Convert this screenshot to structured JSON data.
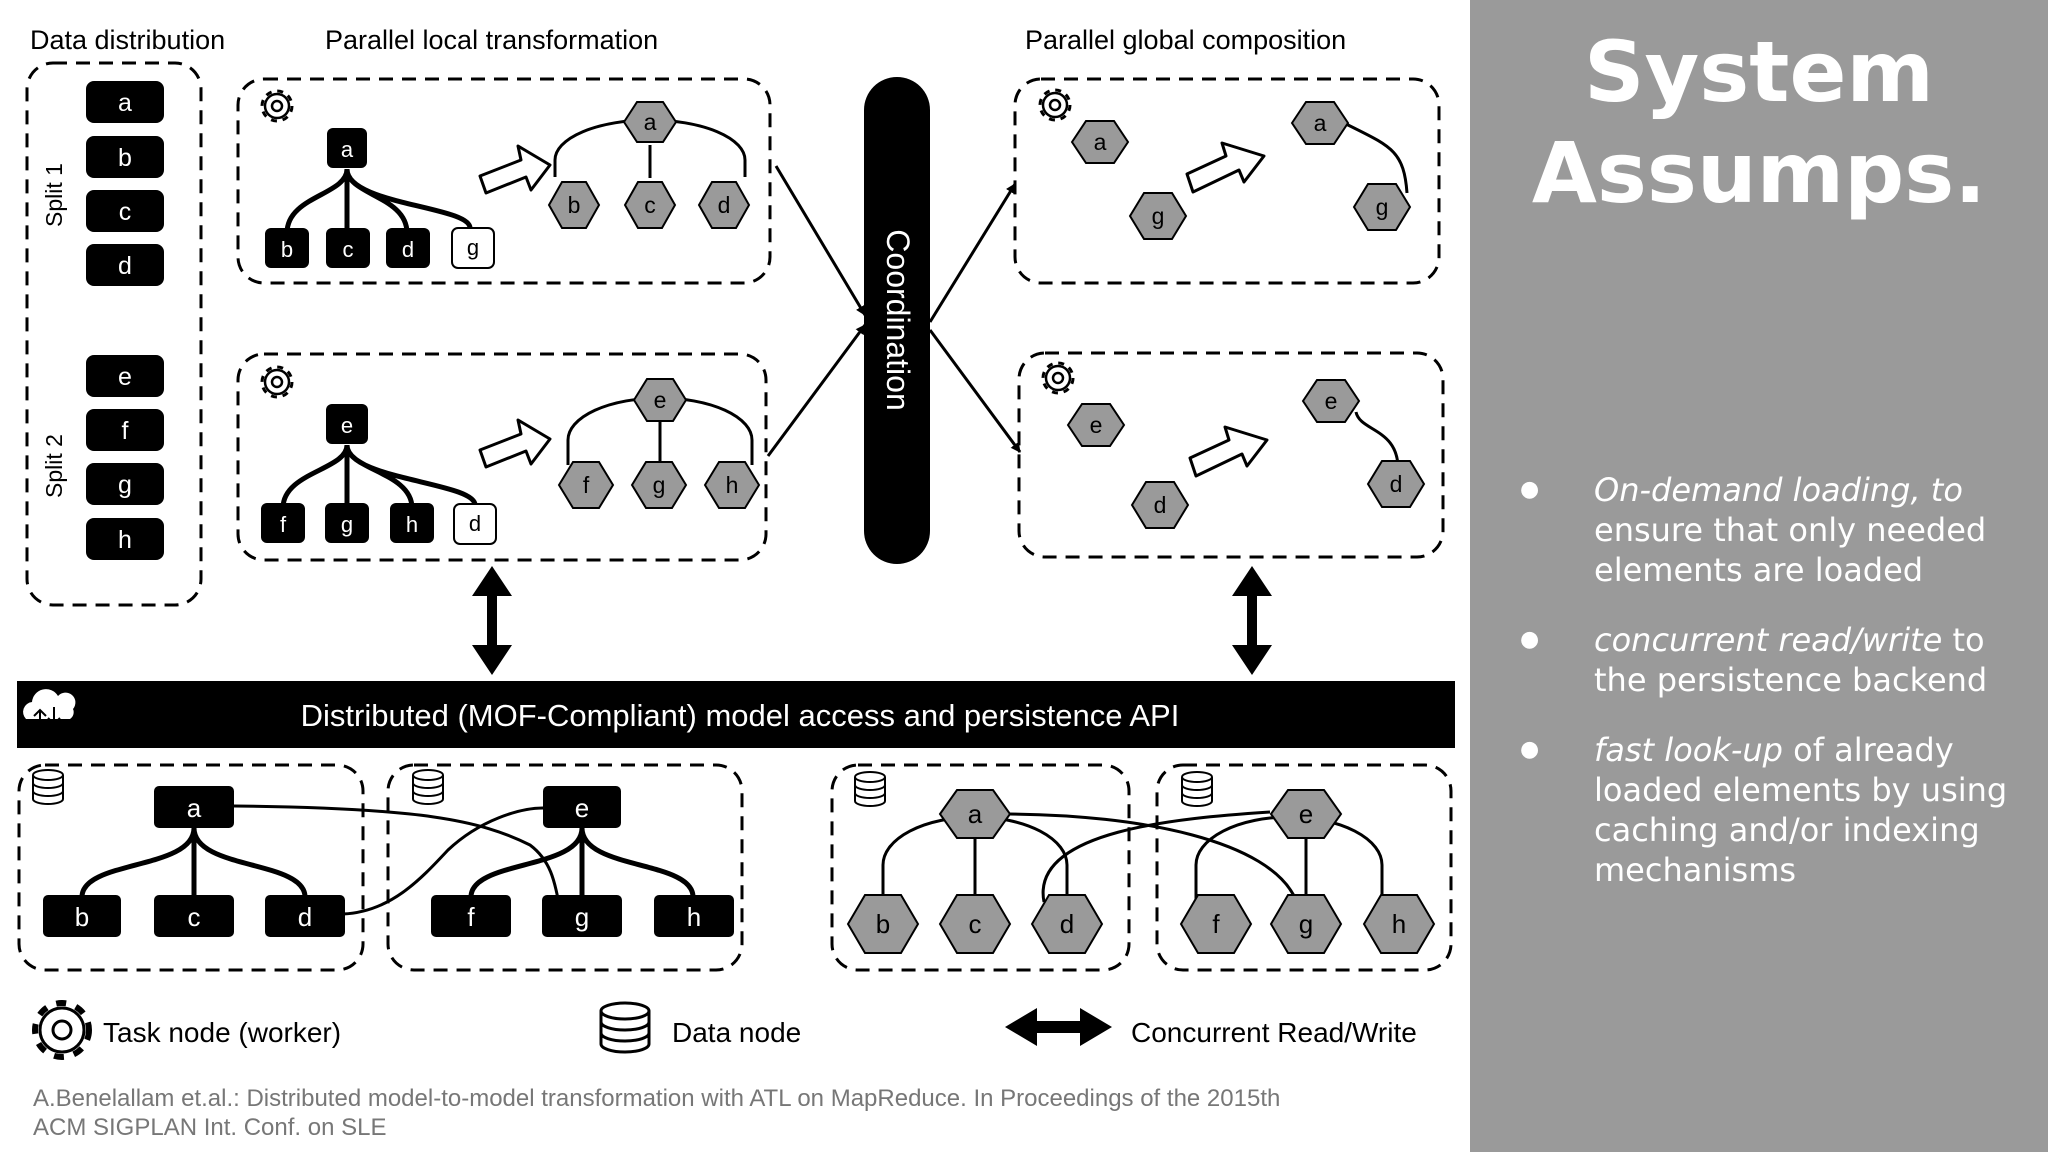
{
  "diagram": {
    "headings": {
      "data_distribution": "Data distribution",
      "local_transformation": "Parallel local transformation",
      "global_composition": "Parallel global composition"
    },
    "splits": [
      {
        "label": "Split 1",
        "elements": [
          "a",
          "b",
          "c",
          "d"
        ]
      },
      {
        "label": "Split 2",
        "elements": [
          "e",
          "f",
          "g",
          "h"
        ]
      }
    ],
    "coordination_label": "Coordination",
    "api_bar_label": "Distributed (MOF-Compliant) model access and persistence API",
    "local_trees": [
      {
        "root": "a",
        "children": [
          "b",
          "c",
          "d"
        ],
        "external": "g"
      },
      {
        "root": "e",
        "children": [
          "f",
          "g",
          "h"
        ],
        "external": "d"
      }
    ],
    "local_hex_trees": [
      {
        "root": "a",
        "children": [
          "b",
          "c",
          "d"
        ]
      },
      {
        "root": "e",
        "children": [
          "f",
          "g",
          "h"
        ]
      }
    ],
    "global_pairs": [
      {
        "source": "a",
        "target": "g"
      },
      {
        "source": "e",
        "target": "d"
      }
    ],
    "store_left": {
      "roots": [
        "a",
        "e"
      ],
      "leaves": [
        "b",
        "c",
        "d",
        "f",
        "g",
        "h"
      ]
    },
    "store_right": {
      "roots": [
        "a",
        "e"
      ],
      "leaves": [
        "b",
        "c",
        "d",
        "f",
        "g",
        "h"
      ]
    },
    "legend": {
      "task_node": "Task node (worker)",
      "data_node": "Data node",
      "read_write": "Concurrent Read/Write"
    },
    "citation": [
      "A.Benelallam et.al.: Distributed model-to-model transformation with ATL on MapReduce. In Proceedings of the 2015th",
      "ACM SIGPLAN Int. Conf. on SLE"
    ]
  },
  "sidebar": {
    "title_line1": "System",
    "title_line2": "Assumps.",
    "bullets": [
      {
        "em": "On-demand loading, to",
        "rest": " ensure that only needed elements are loaded"
      },
      {
        "em": "concurrent read/write",
        "rest": " to the persistence backend"
      },
      {
        "em": "fast look-up",
        "rest": " of already loaded elements by using caching and/or indexing mechanisms"
      }
    ]
  },
  "colors": {
    "side_panel": "#9a9a9a",
    "node_fill": "#000000",
    "hex_fill": "#9a9a9a",
    "citation_text": "#777777"
  },
  "icons": [
    "gear-icon",
    "database-icon",
    "cloud-sync-icon",
    "double-arrow-icon",
    "hollow-arrow-icon"
  ]
}
